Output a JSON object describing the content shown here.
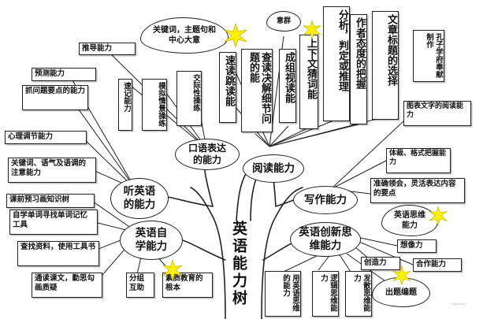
{
  "trunk": "英语能力树",
  "branches": {
    "listening": "听英语的能力",
    "speaking": "口语表达的能力",
    "reading": "阅读能力",
    "writing": "写作能力",
    "self_study": "英语自学能力",
    "innovation": "英语创新思维能力"
  },
  "clouds": {
    "keywords": "关键词，主题句和中心大意",
    "intent": "意群",
    "thinking": "英语思维能力",
    "exercise": "出题编题"
  },
  "speaking_items": [
    "推导能力",
    "速记能力",
    "模拟情景操练",
    "交际性操练"
  ],
  "listening_items": [
    "预测能力",
    "抓问题要点的能力",
    "心理调节能力",
    "关键词、语气及语调的注意能力"
  ],
  "reading_items": [
    "速读跳读能",
    "查读决解细节问题的能",
    "成组视读能",
    "上下文猜词能",
    "分析，判定或推理",
    "作者态度的把握",
    "文章标题的选择",
    "孔子学府奉献制作"
  ],
  "writing_items": [
    "图表文字的阅读能力",
    "体裁、格式把握能力",
    "准确领会，灵活表达内容的要点"
  ],
  "self_study_items": [
    "课前预习画知识树",
    "自学单词寻找单词记忆工具",
    "查找资料，使用工具书",
    "通读课文，勤思勾画质疑",
    "分组互助",
    "素质教育的根本"
  ],
  "innovation_items": [
    "想像力",
    "合作能力",
    "创造力",
    "用英语思维的能力",
    "逻辑思维能力",
    "发散思维能力"
  ],
  "watermark": "········"
}
